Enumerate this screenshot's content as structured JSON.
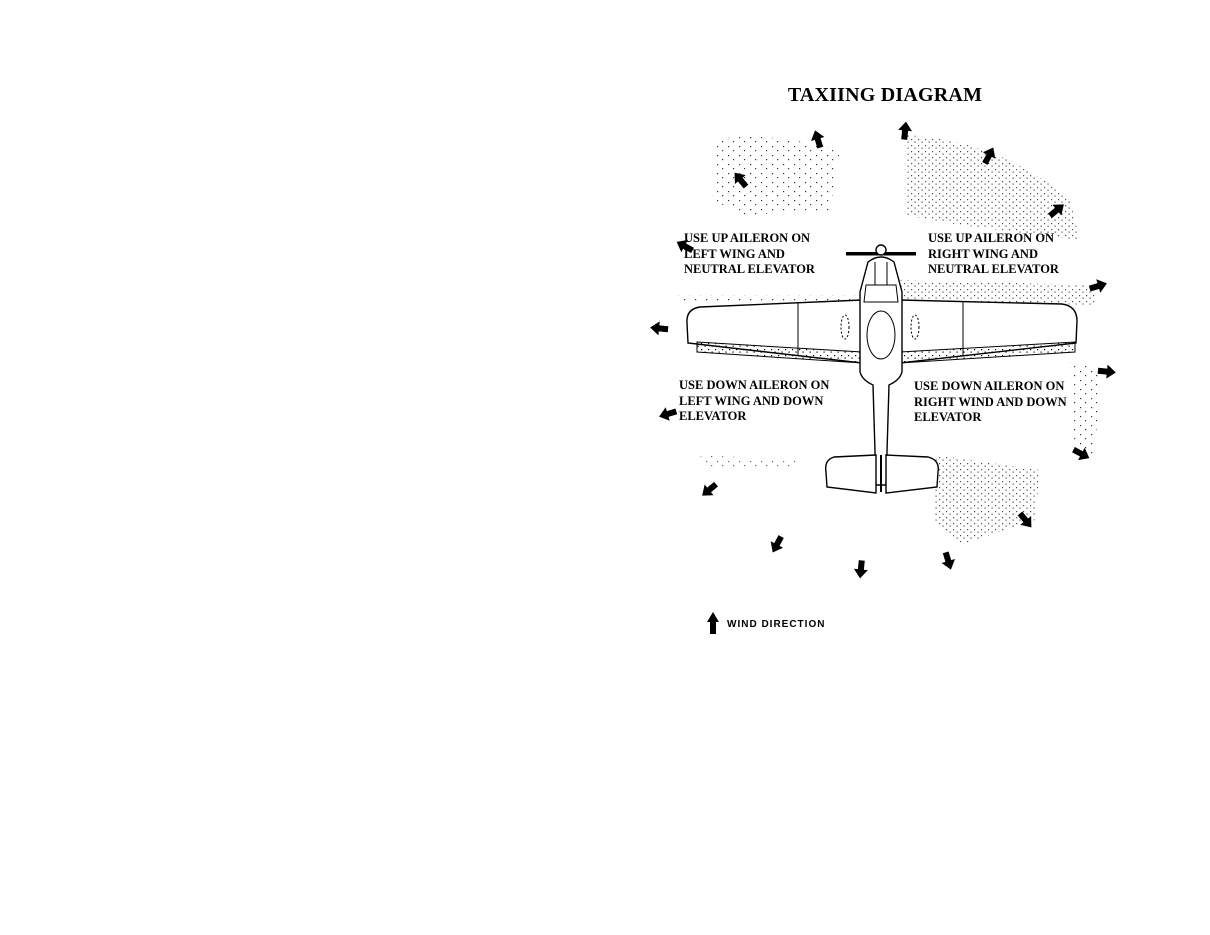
{
  "title": "TAXIING DIAGRAM",
  "quadrants": {
    "top_left": [
      "USE UP AILERON ON",
      "LEFT WING AND",
      "NEUTRAL ELEVATOR"
    ],
    "top_right": [
      "USE UP AILERON ON",
      "RIGHT WING AND",
      "NEUTRAL ELEVATOR"
    ],
    "bottom_left": [
      "USE DOWN AILERON ON",
      "LEFT WING AND DOWN",
      "ELEVATOR"
    ],
    "bottom_right": [
      "USE DOWN AILERON ON",
      "RIGHT WIND AND DOWN",
      "ELEVATOR"
    ]
  },
  "legend": {
    "icon": "wind-arrow-icon",
    "label": "WIND DIRECTION"
  },
  "colors": {
    "ink": "#000000",
    "background": "#ffffff"
  }
}
